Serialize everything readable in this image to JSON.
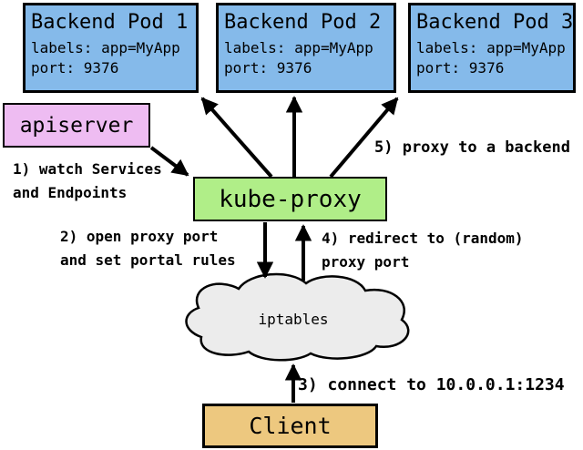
{
  "colors": {
    "pod_fill": "#85baea",
    "apiserver_fill": "#eebcf2",
    "kube_proxy_fill": "#b0ee88",
    "client_fill": "#edc87f",
    "cloud_fill": "#ececec",
    "outline": "#000000"
  },
  "pods": [
    {
      "title": "Backend Pod 1",
      "labels": "labels: app=MyApp",
      "port": "port: 9376"
    },
    {
      "title": "Backend Pod 2",
      "labels": "labels: app=MyApp",
      "port": "port: 9376"
    },
    {
      "title": "Backend Pod 3",
      "labels": "labels: app=MyApp",
      "port": "port: 9376"
    }
  ],
  "nodes": {
    "apiserver": "apiserver",
    "kube_proxy": "kube-proxy",
    "iptables": "iptables",
    "client": "Client"
  },
  "annotations": {
    "step1": "1) watch Services\nand Endpoints",
    "step2": "2) open proxy port\nand set portal rules",
    "step3": "3) connect to 10.0.0.1:1234",
    "step4": "4) redirect to (random)\nproxy port",
    "step5": "5) proxy to a backend"
  }
}
